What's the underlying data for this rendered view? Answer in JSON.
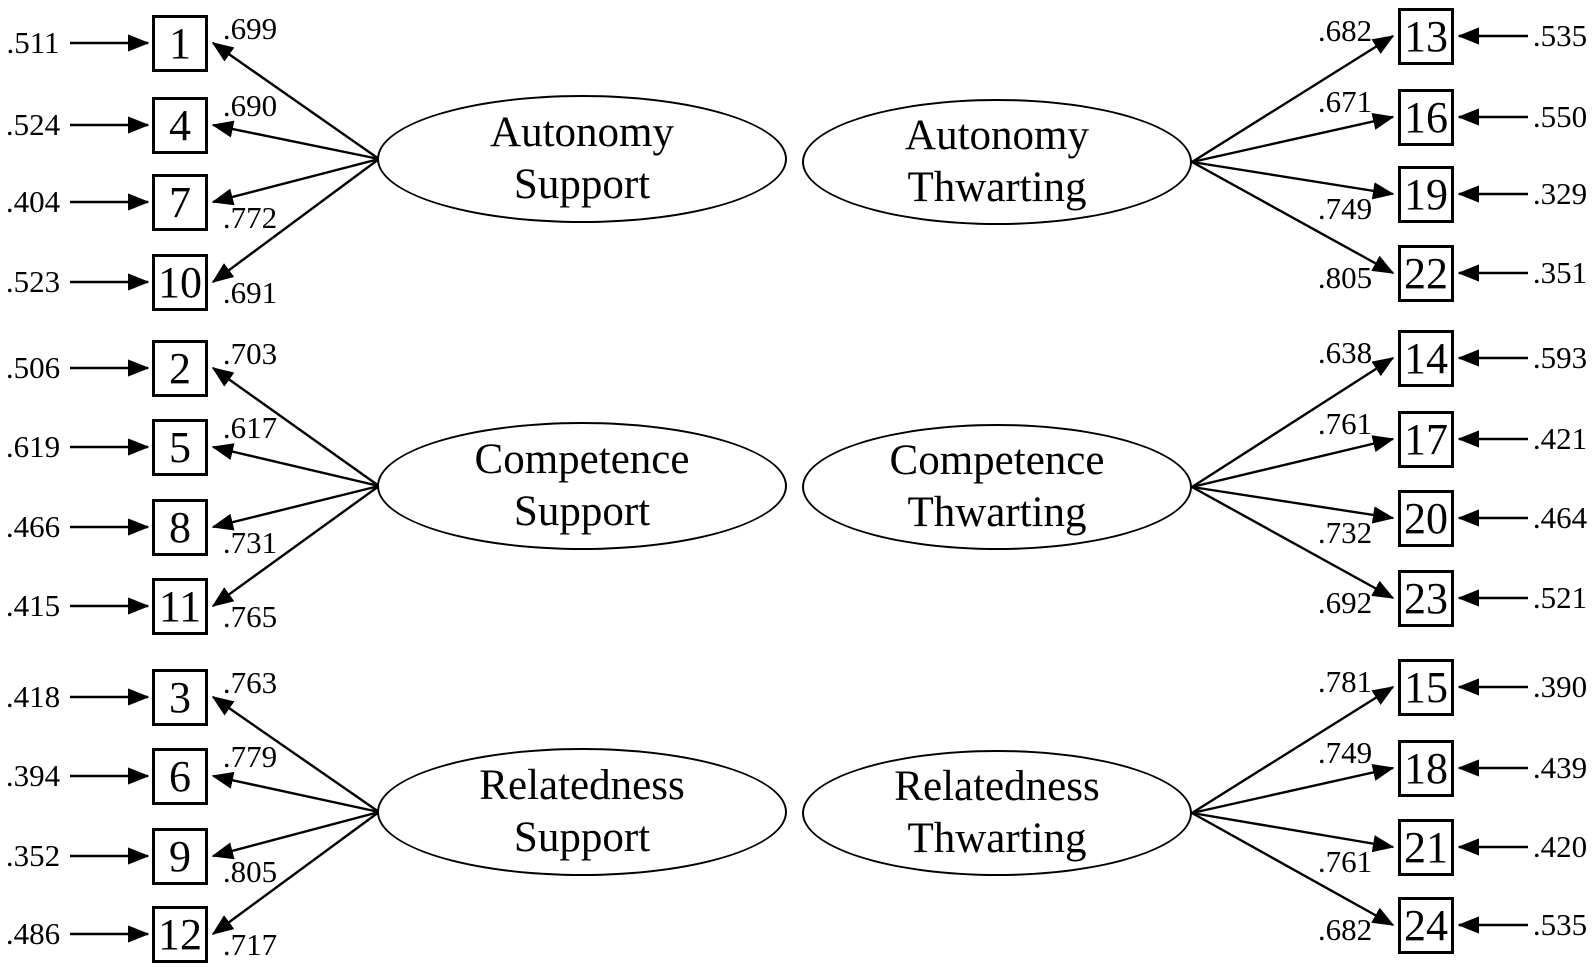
{
  "diagram": {
    "type": "confirmatory-factor-analysis-path-diagram",
    "colors": {
      "stroke": "#000000",
      "background": "#ffffff"
    },
    "factors": [
      {
        "id": "autonomy-support",
        "line1": "Autonomy",
        "line2": "Support",
        "side": "left",
        "items": [
          {
            "num": "1",
            "loading": ".699",
            "error": ".511"
          },
          {
            "num": "4",
            "loading": ".690",
            "error": ".524"
          },
          {
            "num": "7",
            "loading": ".772",
            "error": ".404"
          },
          {
            "num": "10",
            "loading": ".691",
            "error": ".523"
          }
        ]
      },
      {
        "id": "autonomy-thwarting",
        "line1": "Autonomy",
        "line2": "Thwarting",
        "side": "right",
        "items": [
          {
            "num": "13",
            "loading": ".682",
            "error": ".535"
          },
          {
            "num": "16",
            "loading": ".671",
            "error": ".550"
          },
          {
            "num": "19",
            "loading": ".749",
            "error": ".329"
          },
          {
            "num": "22",
            "loading": ".805",
            "error": ".351"
          }
        ]
      },
      {
        "id": "competence-support",
        "line1": "Competence",
        "line2": "Support",
        "side": "left",
        "items": [
          {
            "num": "2",
            "loading": ".703",
            "error": ".506"
          },
          {
            "num": "5",
            "loading": ".617",
            "error": ".619"
          },
          {
            "num": "8",
            "loading": ".731",
            "error": ".466"
          },
          {
            "num": "11",
            "loading": ".765",
            "error": ".415"
          }
        ]
      },
      {
        "id": "competence-thwarting",
        "line1": "Competence",
        "line2": "Thwarting",
        "side": "right",
        "items": [
          {
            "num": "14",
            "loading": ".638",
            "error": ".593"
          },
          {
            "num": "17",
            "loading": ".761",
            "error": ".421"
          },
          {
            "num": "20",
            "loading": ".732",
            "error": ".464"
          },
          {
            "num": "23",
            "loading": ".692",
            "error": ".521"
          }
        ]
      },
      {
        "id": "relatedness-support",
        "line1": "Relatedness",
        "line2": "Support",
        "side": "left",
        "items": [
          {
            "num": "3",
            "loading": ".763",
            "error": ".418"
          },
          {
            "num": "6",
            "loading": ".779",
            "error": ".394"
          },
          {
            "num": "9",
            "loading": ".805",
            "error": ".352"
          },
          {
            "num": "12",
            "loading": ".717",
            "error": ".486"
          }
        ]
      },
      {
        "id": "relatedness-thwarting",
        "line1": "Relatedness",
        "line2": "Thwarting",
        "side": "right",
        "items": [
          {
            "num": "15",
            "loading": ".781",
            "error": ".390"
          },
          {
            "num": "18",
            "loading": ".749",
            "error": ".439"
          },
          {
            "num": "21",
            "loading": ".761",
            "error": ".420"
          },
          {
            "num": "24",
            "loading": ".682",
            "error": ".535"
          }
        ]
      }
    ]
  }
}
